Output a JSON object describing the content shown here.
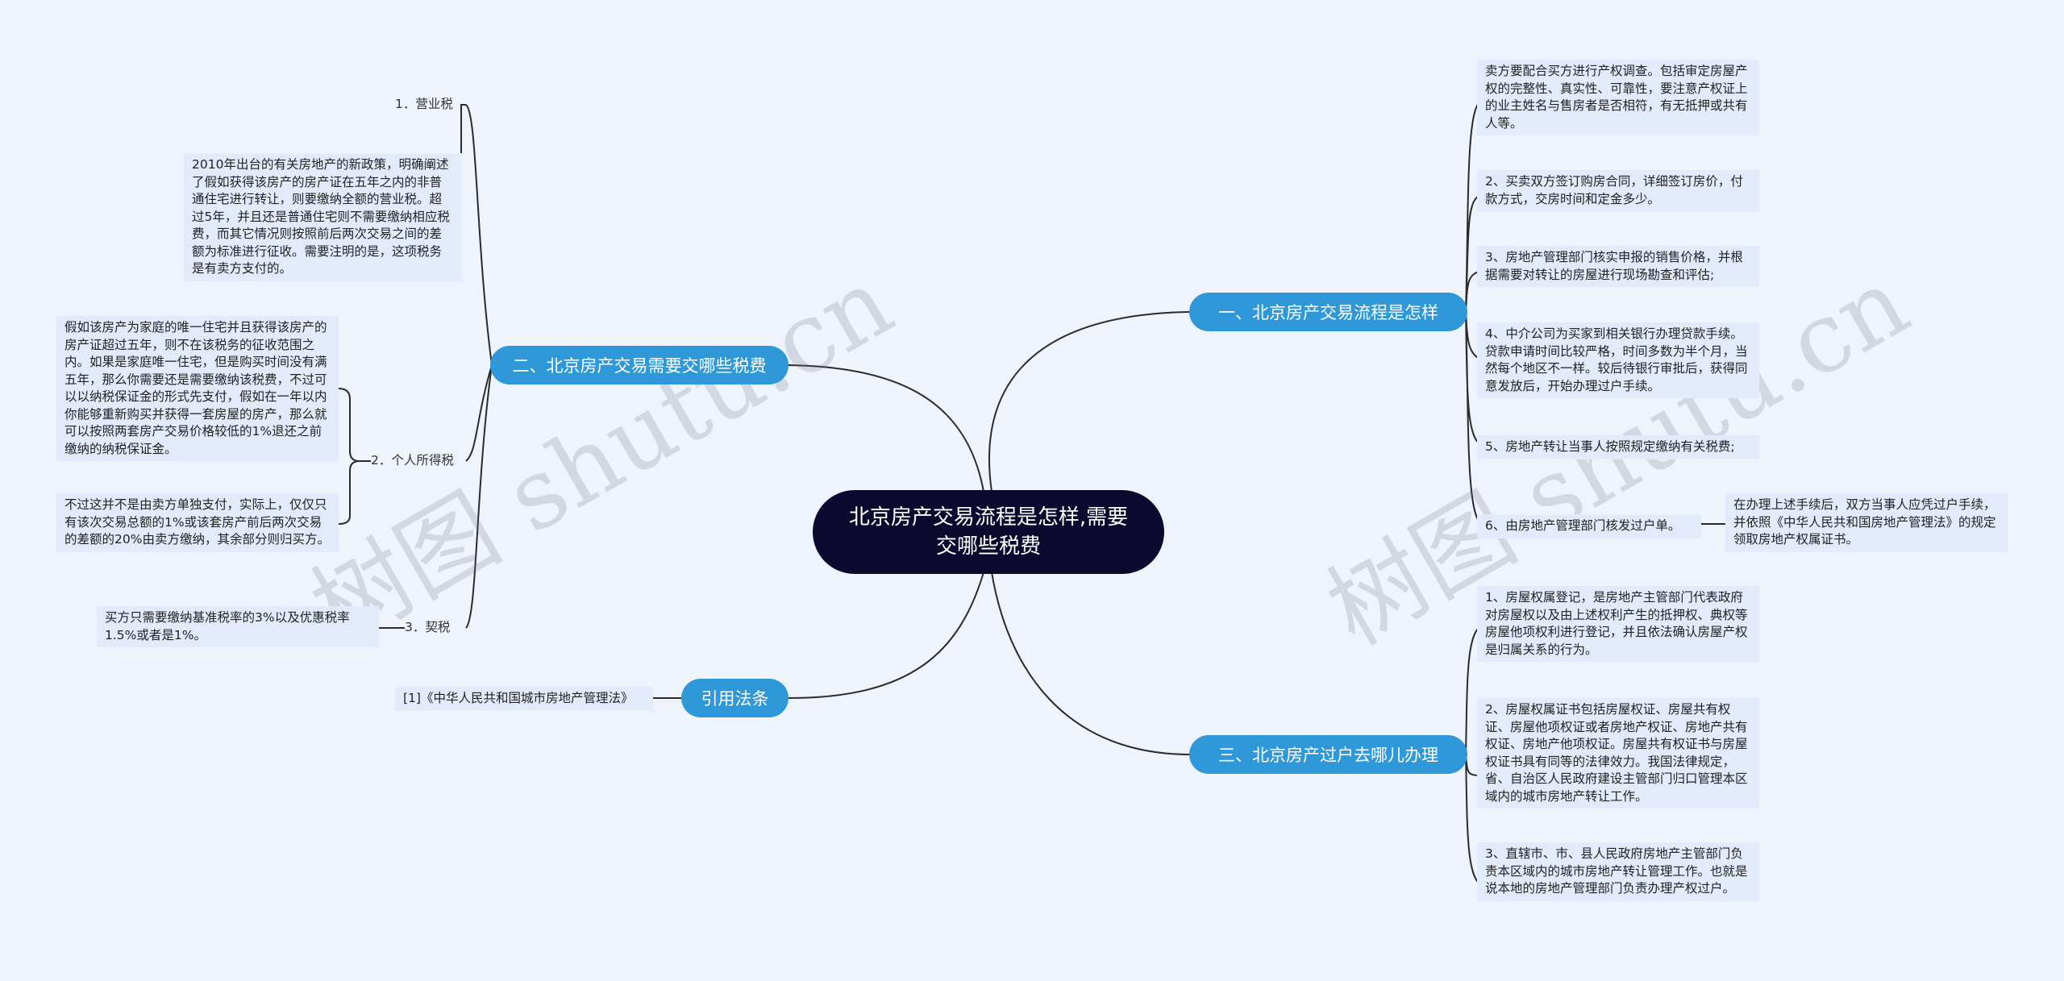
{
  "root": {
    "title": "北京房产交易流程是怎样,需要交哪些税费"
  },
  "branches": {
    "b1": {
      "label": "一、北京房产交易流程是怎样"
    },
    "b2": {
      "label": "二、北京房产交易需要交哪些税费"
    },
    "b3": {
      "label": "三、北京房产过户去哪儿办理"
    },
    "b4": {
      "label": "引用法条"
    }
  },
  "b1_items": [
    "卖方要配合买方进行产权调查。包括审定房屋产权的完整性、真实性、可靠性，要注意产权证上的业主姓名与售房者是否相符，有无抵押或共有人等。",
    "2、买卖双方签订购房合同，详细签订房价，付款方式，交房时间和定金多少。",
    "3、房地产管理部门核实申报的销售价格，并根据需要对转让的房屋进行现场勘查和评估;",
    "4、中介公司为买家到相关银行办理贷款手续。贷款申请时间比较严格，时间多数为半个月，当然每个地区不一样。较后待银行审批后，获得同意发放后，开始办理过户手续。",
    "5、房地产转让当事人按照规定缴纳有关税费;",
    "6、由房地产管理部门核发过户单。"
  ],
  "b1_sub": "在办理上述手续后，双方当事人应凭过户手续，并依照《中华人民共和国房地产管理法》的规定领取房地产权属证书。",
  "b2_items": {
    "t1": "1．营业税",
    "t1_detail": "2010年出台的有关房地产的新政策，明确阐述了假如获得该房产的房产证在五年之内的非普通住宅进行转让，则要缴纳全额的营业税。超过5年，并且还是普通住宅则不需要缴纳相应税费，而其它情况则按照前后两次交易之间的差额为标准进行征收。需要注明的是，这项税务是有卖方支付的。",
    "t2": "2．个人所得税",
    "t2_detail_a": "假如该房产为家庭的唯一住宅并且获得该房产的房产证超过五年，则不在该税务的征收范围之内。如果是家庭唯一住宅，但是购买时间没有满五年，那么你需要还是需要缴纳该税费，不过可以以纳税保证金的形式先支付，假如在一年以内你能够重新购买并获得一套房屋的房产，那么就可以按照两套房产交易价格较低的1%退还之前缴纳的纳税保证金。",
    "t2_detail_b": "不过这并不是由卖方单独支付，实际上，仅仅只有该次交易总额的1%或该套房产前后两次交易的差额的20%由卖方缴纳，其余部分则归买方。",
    "t3": "3．契税",
    "t3_detail": "买方只需要缴纳基准税率的3%以及优惠税率1.5%或者是1%。"
  },
  "b3_items": [
    "1、房屋权属登记，是房地产主管部门代表政府对房屋权以及由上述权利产生的抵押权、典权等房屋他项权利进行登记，并且依法确认房屋产权是归属关系的行为。",
    "2、房屋权属证书包括房屋权证、房屋共有权证、房屋他项权证或者房地产权证、房地产共有权证、房地产他项权证。房屋共有权证书与房屋权证书具有同等的法律效力。我国法律规定，省、自治区人民政府建设主管部门归口管理本区域内的城市房地产转让工作。",
    "3、直辖市、市、县人民政府房地产主管部门负责本区域内的城市房地产转让管理工作。也就是说本地的房地产管理部门负责办理产权过户。"
  ],
  "b4_items": [
    "[1]《中华人民共和国城市房地产管理法》"
  ],
  "watermark": [
    "树图 shutu.cn",
    "树图 shutu.cn"
  ],
  "colors": {
    "root": "#0b0a2e",
    "branch": "#2f98d8",
    "leaf_bg": "#e2eafb",
    "line": "#2b2b2b",
    "background": "#eef3fc"
  }
}
